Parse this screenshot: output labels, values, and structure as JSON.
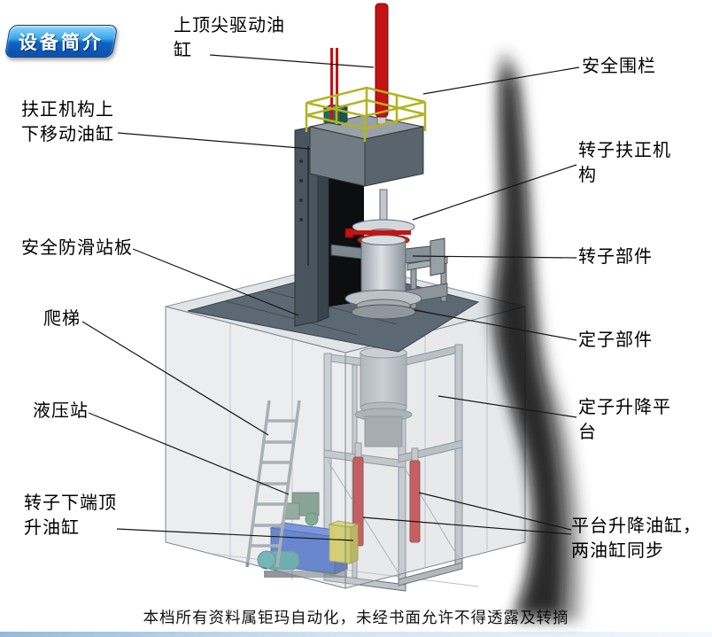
{
  "badge": {
    "label": "设备简介"
  },
  "labels": {
    "top_cylinder": "上顶尖驱动油缸",
    "safety_fence": "安全围栏",
    "centering_cylinder": "扶正机构上下移动油缸",
    "rotor_centering": "转子扶正机构",
    "antislip_board": "安全防滑站板",
    "rotor_part": "转子部件",
    "ladder": "爬梯",
    "stator_part": "定子部件",
    "hydraulic_station": "液压站",
    "stator_platform": "定子升降平台",
    "rotor_jack_cylinder": "转子下端顶升油缸",
    "platform_cylinders": "平台升降油缸，两油缸同步"
  },
  "footer": {
    "text": "本档所有资料属钜玛自动化，未经书面允许不得透露及转摘"
  },
  "colors": {
    "badge_blue": "#0a5ab8",
    "cylinder_red": "#c51212",
    "railing_yellow": "#b3b31e",
    "hydraulic_blue": "#2050c8",
    "deck_gray": "#5c6873"
  }
}
